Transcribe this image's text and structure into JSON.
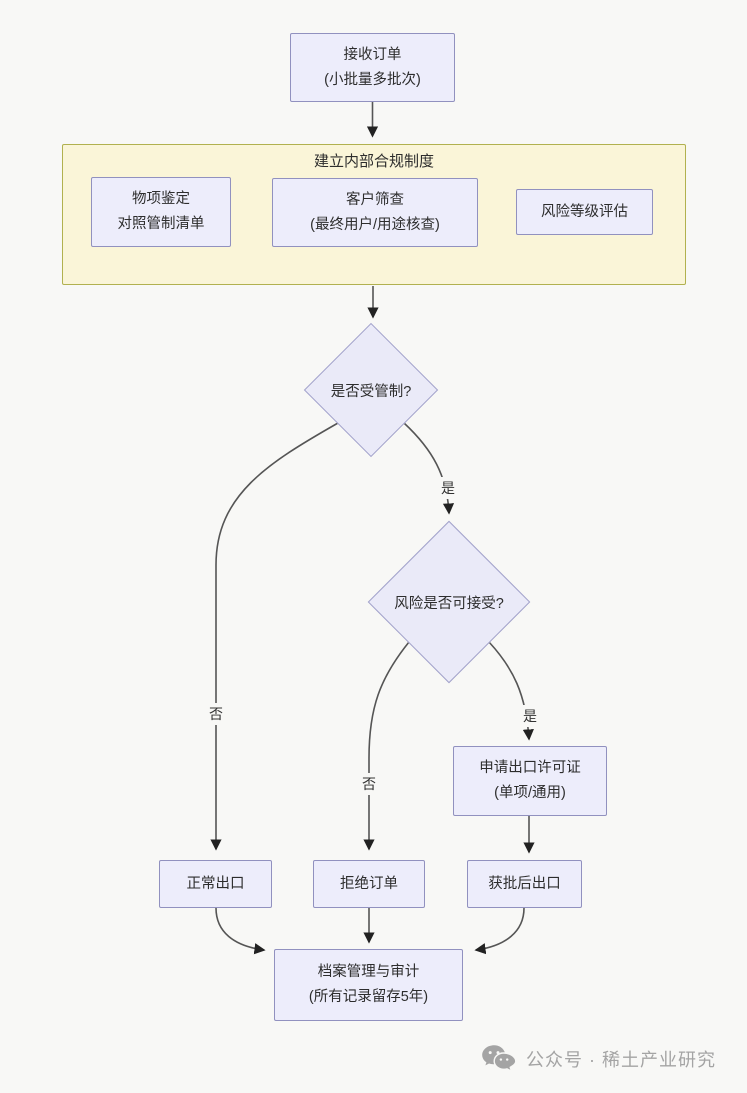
{
  "flowchart": {
    "nodes": {
      "receive_order": {
        "line1": "接收订单",
        "line2": "(小批量多批次)"
      },
      "compliance_group": {
        "title": "建立内部合规制度"
      },
      "item_identification": {
        "line1": "物项鉴定",
        "line2": "对照管制清单"
      },
      "customer_screening": {
        "line1": "客户筛查",
        "line2": "(最终用户/用途核查)"
      },
      "risk_grading": {
        "label": "风险等级评估"
      },
      "decision_controlled": {
        "label": "是否受管制?"
      },
      "decision_risk_acceptable": {
        "label": "风险是否可接受?"
      },
      "apply_license": {
        "line1": "申请出口许可证",
        "line2": "(单项/通用)"
      },
      "normal_export": {
        "label": "正常出口"
      },
      "reject_order": {
        "label": "拒绝订单"
      },
      "approved_export": {
        "label": "获批后出口"
      },
      "archive_audit": {
        "line1": "档案管理与审计",
        "line2": "(所有记录留存5年)"
      }
    },
    "edge_labels": {
      "controlled_yes": "是",
      "controlled_no": "否",
      "risk_no": "否",
      "risk_yes": "是"
    },
    "colors": {
      "node_fill": "#ededfb",
      "node_border": "#9191bf",
      "diamond_fill": "#eaeaf8",
      "group_fill": "#faf5d8",
      "group_border": "#b1b14f",
      "edge_line": "#555555",
      "arrowhead": "#222222",
      "background": "#f8f8f6"
    }
  },
  "watermark": {
    "icon": "wechat-icon",
    "text": "公众号 · 稀土产业研究",
    "color": "#a4a4a4"
  }
}
